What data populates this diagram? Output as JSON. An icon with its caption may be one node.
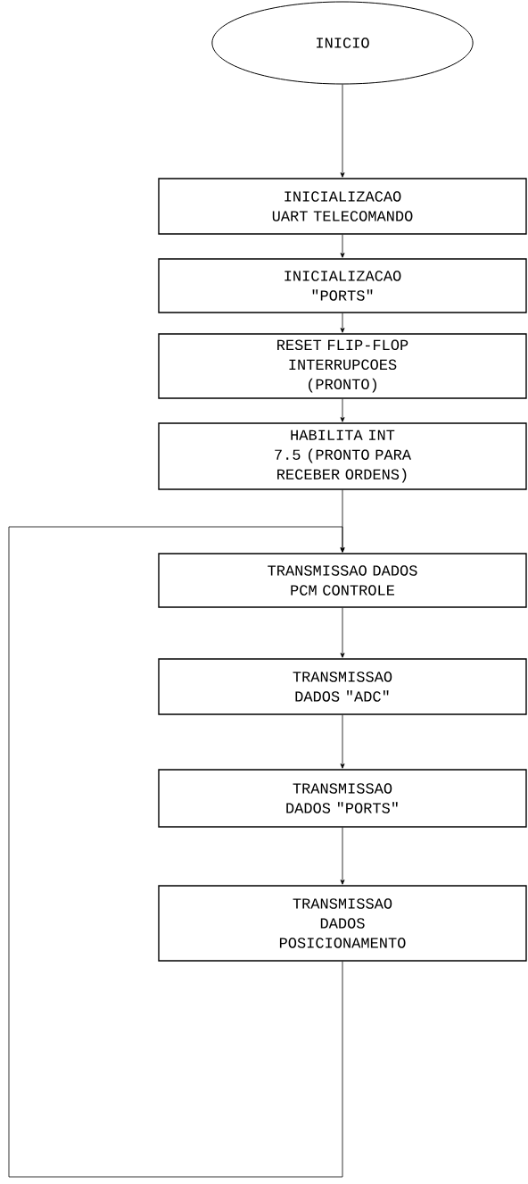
{
  "diagram": {
    "nodes": [
      {
        "text": [
          "INICIO"
        ]
      },
      {
        "text": [
          "INICIALIZACAO UART TELECOMANDO"
        ]
      },
      {
        "text": [
          "INICIALIZACAO \"PORTS\""
        ]
      },
      {
        "text": [
          "RESET FLIP-FLOP INTERRUPCOES (PRONTO)"
        ]
      },
      {
        "text": [
          "HABILITA INT 7.5 (PRONTO PARA RECEBER ORDENS)"
        ]
      },
      {
        "text": [
          "TRANSMISSAO DADOS PCM CONTROLE"
        ]
      },
      {
        "text": [
          "TRANSMISSAO DADOS \"ADC\""
        ]
      },
      {
        "text": [
          "TRANSMISSAO DADOS \"PORTS\""
        ]
      },
      {
        "text": [
          "TRANSMISSAO DADOS POSICIONAMENTO"
        ]
      }
    ],
    "edges": [
      {
        "from": 0,
        "to": 1,
        "arrow": "to"
      },
      {
        "from": 1,
        "to": 2,
        "arrow": "to"
      },
      {
        "from": 2,
        "to": 3,
        "arrow": "to"
      },
      {
        "from": 3,
        "to": 4,
        "arrow": "to"
      },
      {
        "from": 4,
        "to": 5,
        "arrow": "to"
      },
      {
        "from": 5,
        "to": 6,
        "arrow": "to"
      },
      {
        "from": 6,
        "to": 7,
        "arrow": "to"
      },
      {
        "from": 7,
        "to": 8,
        "arrow": "to"
      },
      {
        "from": 8,
        "to": 5,
        "arrow": "to"
      }
    ]
  }
}
